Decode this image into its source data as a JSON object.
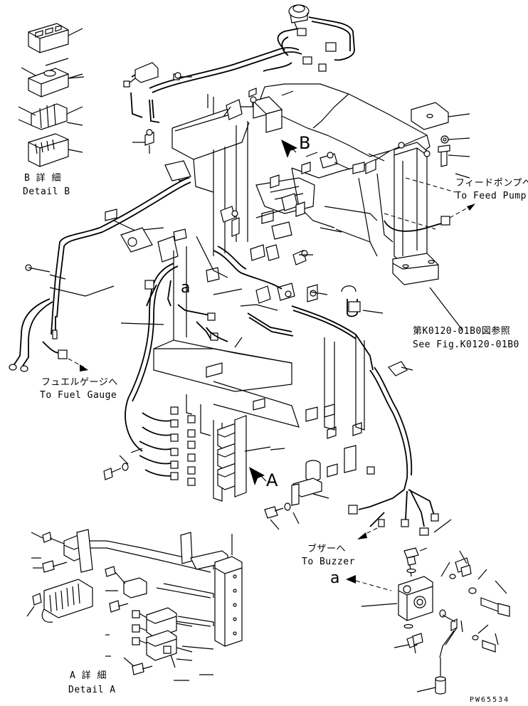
{
  "labels": {
    "detail_b_jp": "B 詳 細",
    "detail_b_en": "Detail B",
    "feed_pump_jp": "フィードポンプへ",
    "feed_pump_en": "To Feed Pump",
    "fuel_gauge_jp": "フュエルゲージへ",
    "fuel_gauge_en": "To Fuel Gauge",
    "see_fig_jp": "第K0120-01B0図参照",
    "see_fig_en": "See Fig.K0120-01B0",
    "buzzer_jp": "ブザーへ",
    "buzzer_en": "To Buzzer",
    "detail_a_jp": "A 詳 細",
    "detail_a_en": "Detail A",
    "view_a": "A",
    "view_b": "B",
    "section_a_main": "a",
    "section_a_detail": "a",
    "drawing_code": "PW65534"
  }
}
